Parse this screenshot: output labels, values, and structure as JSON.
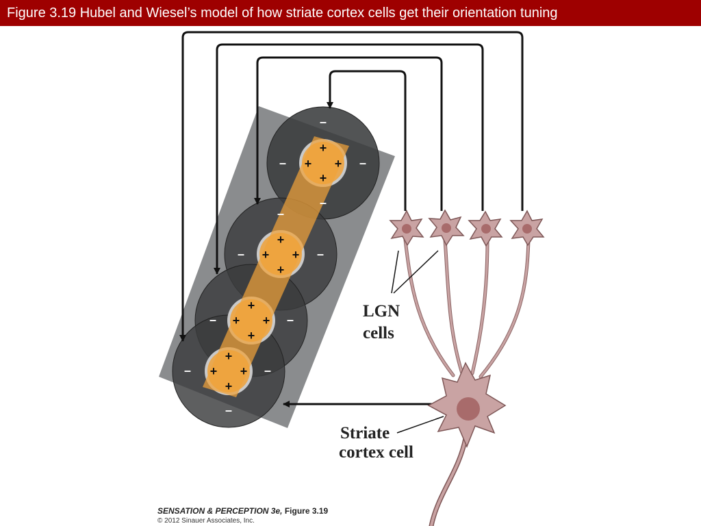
{
  "header": {
    "title": "Figure 3.19  Hubel and Wiesel’s model of how striate cortex cells get their orientation tuning"
  },
  "diagram": {
    "labels": {
      "lgn_line1": "LGN",
      "lgn_line2": "cells",
      "striate_line1": "Striate",
      "striate_line2": "cortex cell"
    },
    "signs": {
      "on": "+",
      "off": "–"
    },
    "colors": {
      "title_bar": "#9e0000",
      "receptive_field_off": "#3a3c3d",
      "receptive_field_on": "#d8d8d8",
      "bar_stimulus": "#f0a23a",
      "neuron_body": "#c9a3a3",
      "neuron_nucleus": "#a86b6b"
    }
  },
  "footer": {
    "book": "SENSATION & PERCEPTION 3e,",
    "figure": " Figure 3.19",
    "copyright": "© 2012 Sinauer Associates, Inc."
  }
}
